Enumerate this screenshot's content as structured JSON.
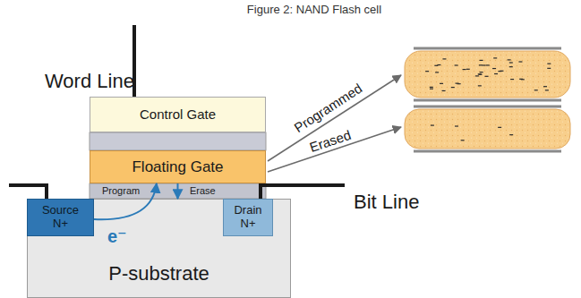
{
  "diagram": {
    "title": "Figure 2: NAND Flash cell",
    "nodes": [
      {
        "text": [
          "Control Gate"
        ]
      },
      {
        "text": [
          "Floating Gate"
        ]
      },
      {
        "text": [
          "P-substrate"
        ]
      },
      {
        "text": [
          "Source N+"
        ],
        "in": 2
      },
      {
        "text": [
          "Drain N+"
        ],
        "in": 2
      }
    ],
    "edges": [
      {
        "from": 3,
        "to": 1,
        "arrow": "to"
      },
      {
        "from": 1,
        "to": 2,
        "arrow": "to"
      }
    ],
    "labels": [
      "Word Line",
      "Program",
      "Erase",
      "e⁻",
      "Bit Line",
      "Programmed",
      "Erased"
    ]
  }
}
